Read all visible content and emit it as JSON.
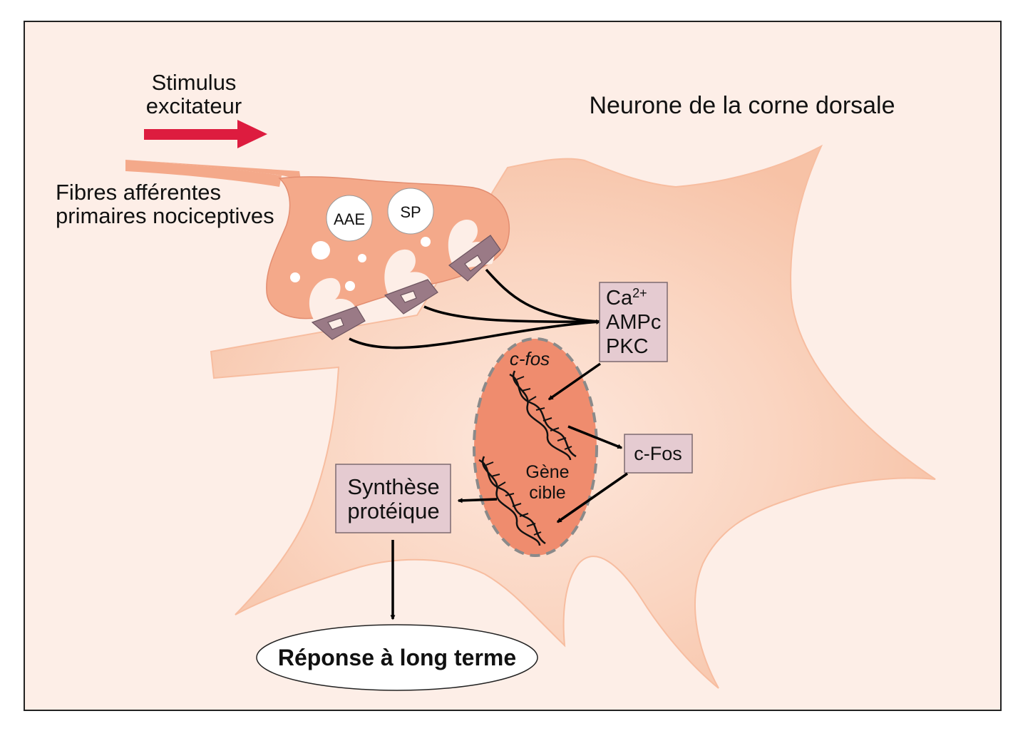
{
  "labels": {
    "stimulus_line1": "Stimulus",
    "stimulus_line2": "excitateur",
    "neuron_title": "Neurone de la corne dorsale",
    "fibres_line1": "Fibres afférentes",
    "fibres_line2": "primaires nociceptives",
    "aae": "AAE",
    "sp": "SP",
    "ca_base": "Ca",
    "ca_sup": "2+",
    "ampc": "AMPc",
    "pkc": "PKC",
    "cfos_gene": "c-fos",
    "cfos_protein": "c-Fos",
    "gene_line1": "Gène",
    "gene_line2": "cible",
    "synth_line1": "Synthèse",
    "synth_line2": "protéique",
    "response": "Réponse à long terme"
  },
  "colors": {
    "background": "#fdeee7",
    "neuron": "#f9cdb4",
    "terminal": "#f4a98a",
    "nucleus": "#ef8c6e",
    "receptor": "#9a7a86",
    "box": "#e5cbd1",
    "stimulus_arrow": "#dd1c3f"
  }
}
